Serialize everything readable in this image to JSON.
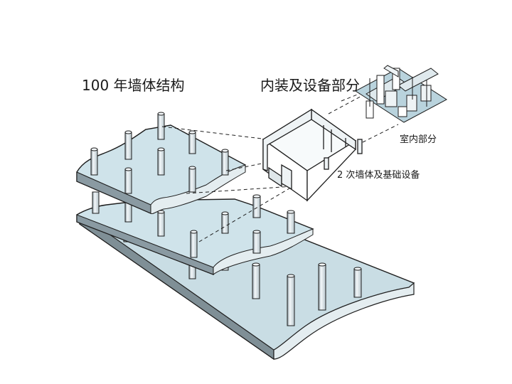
{
  "labels": {
    "structure": "100 年墙体结构",
    "interior_equipment": "内装及设备部分",
    "interior_part": "室内部分",
    "secondary_walls": "2 次墙体及基础设备"
  },
  "colors": {
    "slab_fill": "#cfe3ea",
    "column_fill": "#e9f0f3",
    "outline": "#1e1e1e",
    "background": "#ffffff"
  }
}
